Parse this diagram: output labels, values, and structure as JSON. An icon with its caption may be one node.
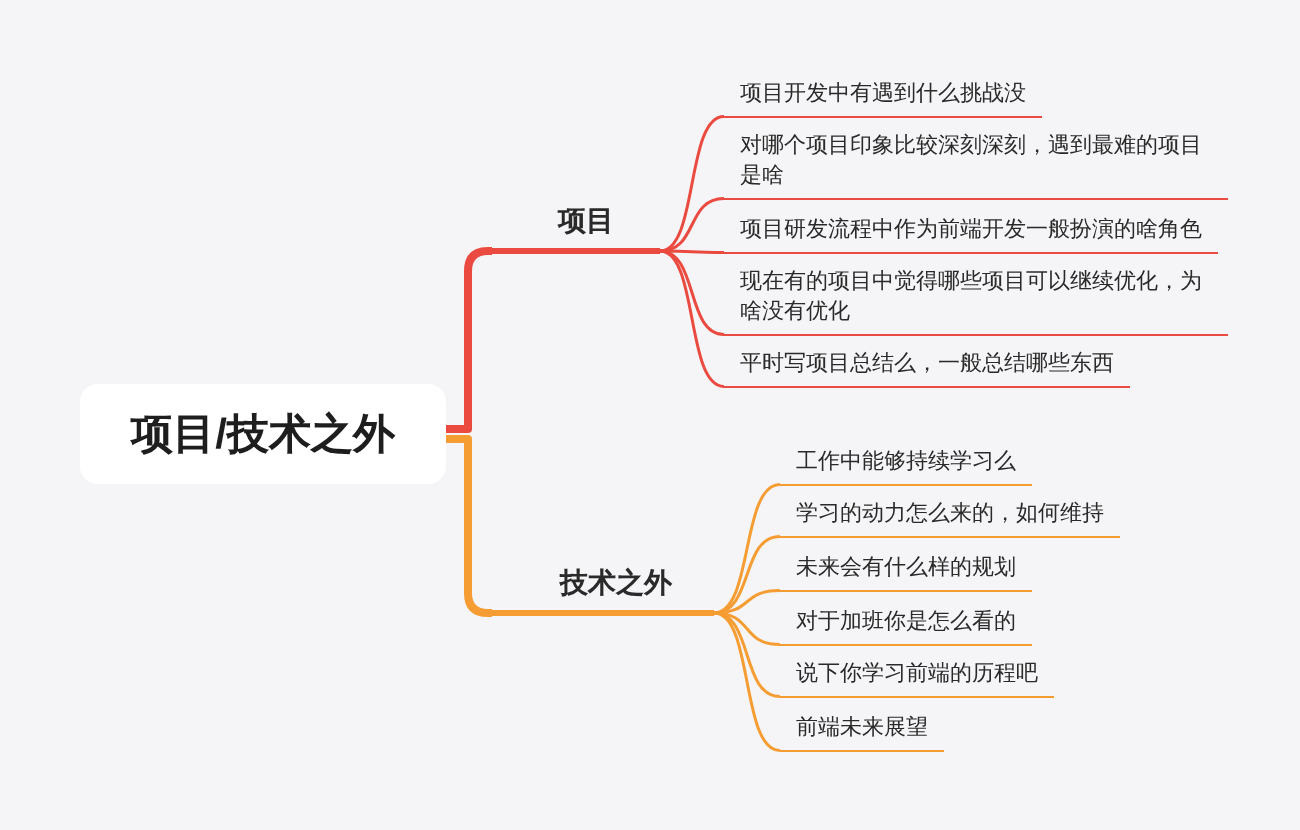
{
  "diagram": {
    "nodes": [
      {
        "text": [
          "项目/技术之外"
        ]
      },
      {
        "text": [
          "项目"
        ]
      },
      {
        "text": [
          "项目开发中有遇到什么挑战没"
        ]
      },
      {
        "text": [
          "对哪个项目印象比较深刻深刻，遇到最难的项目是啥"
        ]
      },
      {
        "text": [
          "项目研发流程中作为前端开发一般扮演的啥角色"
        ]
      },
      {
        "text": [
          "现在有的项目中觉得哪些项目可以继续优化，为啥没有优化"
        ]
      },
      {
        "text": [
          "平时写项目总结么，一般总结哪些东西"
        ]
      },
      {
        "text": [
          "技术之外"
        ]
      },
      {
        "text": [
          "工作中能够持续学习么"
        ]
      },
      {
        "text": [
          "学习的动力怎么来的，如何维持"
        ]
      },
      {
        "text": [
          "未来会有什么样的规划"
        ]
      },
      {
        "text": [
          "对于加班你是怎么看的"
        ]
      },
      {
        "text": [
          "说下你学习前端的历程吧"
        ]
      },
      {
        "text": [
          "前端未来展望"
        ]
      }
    ],
    "edges": [
      {
        "from": 0,
        "to": 1,
        "arrow": "none",
        "style": "thick",
        "color": "#ea4a3f"
      },
      {
        "from": 1,
        "to": 2,
        "arrow": "none",
        "color": "#ea4a3f"
      },
      {
        "from": 1,
        "to": 3,
        "arrow": "none",
        "color": "#ea4a3f"
      },
      {
        "from": 1,
        "to": 4,
        "arrow": "none",
        "color": "#ea4a3f"
      },
      {
        "from": 1,
        "to": 5,
        "arrow": "none",
        "color": "#ea4a3f"
      },
      {
        "from": 1,
        "to": 6,
        "arrow": "none",
        "color": "#ea4a3f"
      },
      {
        "from": 0,
        "to": 7,
        "arrow": "none",
        "style": "thick"
      },
      {
        "from": 7,
        "to": 8,
        "arrow": "none"
      },
      {
        "from": 7,
        "to": 9,
        "arrow": "none"
      },
      {
        "from": 7,
        "to": 10,
        "arrow": "none"
      },
      {
        "from": 7,
        "to": 11,
        "arrow": "none"
      },
      {
        "from": 7,
        "to": 12,
        "arrow": "none"
      },
      {
        "from": 7,
        "to": 13,
        "arrow": "none"
      }
    ]
  }
}
